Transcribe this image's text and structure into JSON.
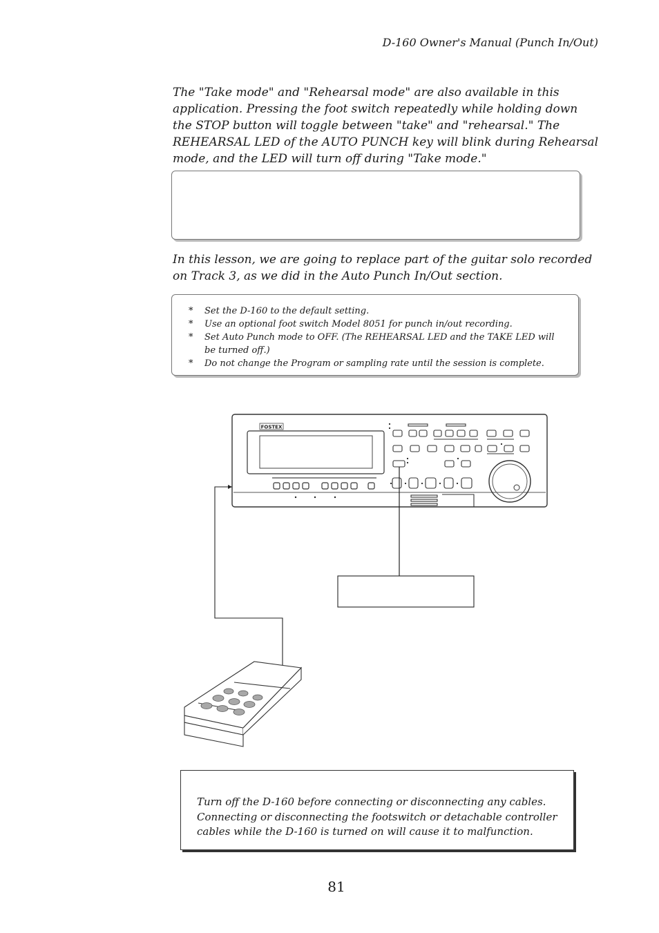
{
  "header": {
    "title": "D-160 Owner's Manual (Punch In/Out)"
  },
  "intro": {
    "text": "The \"Take mode\" and \"Rehearsal mode\" are also available in this application. Pressing the foot switch repeatedly while holding down the STOP button will toggle between \"take\" and \"rehearsal.\"  The REHEARSAL LED of the AUTO PUNCH key will blink during Rehearsal mode, and the LED will turn off during \"Take mode.\""
  },
  "lesson": {
    "text": "In this lesson, we are going to replace part of the guitar solo recorded on Track 3, as we did in the Auto Punch In/Out section."
  },
  "notes": {
    "bullet": "*",
    "items": [
      "Set the D-160 to the default setting.",
      "Use an optional foot switch Model 8051 for punch in/out recording.",
      "Set Auto Punch mode to OFF. (The REHEARSAL LED and the TAKE LED will be turned off.)",
      "Do not change the Program or sampling rate until the session is complete."
    ]
  },
  "device": {
    "brand": "FOSTEX"
  },
  "warning": {
    "text": "Turn off the D-160 before connecting or disconnecting any cables. Connecting or disconnecting the footswitch or detachable controller cables while the D-160 is turned on will cause it to malfunction."
  },
  "page": {
    "number": "81"
  }
}
